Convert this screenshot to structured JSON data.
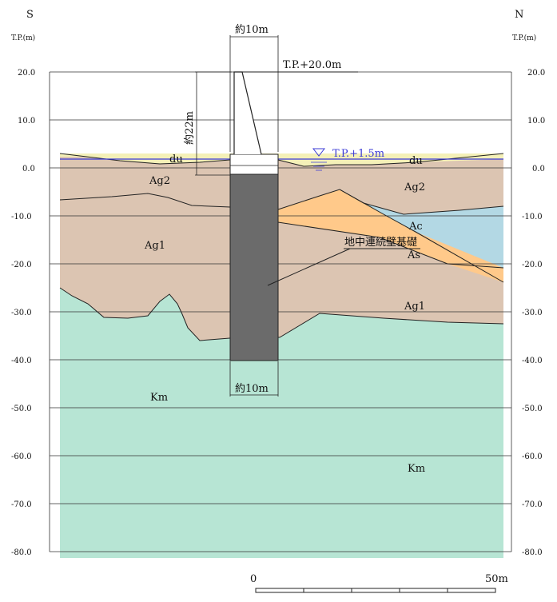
{
  "directions": {
    "left": "S",
    "right": "N"
  },
  "axis_unit": "T.P.(m)",
  "y_ticks": [
    "20.0",
    "10.0",
    "0.0",
    "-10.0",
    "-20.0",
    "-30.0",
    "-40.0",
    "-50.0",
    "-60.0",
    "-70.0",
    "-80.0"
  ],
  "labels": {
    "width_top": "約10m",
    "width_bottom": "約10m",
    "height": "約22m",
    "top_elevation": "T.P.+20.0m",
    "water_level": "T.P.+1.5m",
    "foundation": "地中連続壁基礎"
  },
  "layers": {
    "du_left": "du",
    "du_right": "du",
    "ag2_left": "Ag2",
    "ag2_right": "Ag2",
    "ac": "Ac",
    "as": "As",
    "ag1_left": "Ag1",
    "ag1_right": "Ag1",
    "km_left": "Km",
    "km_right": "Km"
  },
  "scale": {
    "start": "0",
    "end": "50m"
  },
  "colors": {
    "km": "#b7e5d4",
    "ag": "#dcc5b2",
    "du": "#f4f0b8",
    "as": "#ffc98a",
    "ac": "#b3d8e4",
    "foundation": "#6b6b6b",
    "water": "#3b3bd6"
  }
}
